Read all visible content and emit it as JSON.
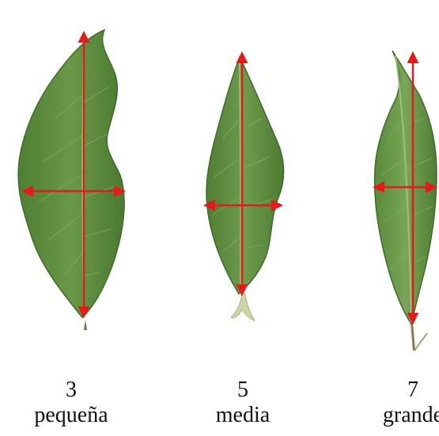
{
  "colors": {
    "background": "#ffffff",
    "leaf_dark": "#3f6b2b",
    "leaf_mid": "#5b8a3a",
    "leaf_light": "#7aa55a",
    "vein": "#9cc07e",
    "stem": "#7a6a40",
    "arrow": "#e31b1b",
    "text": "#111111"
  },
  "leaves": [
    {
      "icon": "small-leaf-icon",
      "number": "3",
      "label": "pequeña"
    },
    {
      "icon": "medium-leaf-icon",
      "number": "5",
      "label": "media"
    },
    {
      "icon": "large-leaf-icon",
      "number": "7",
      "label": "grande"
    }
  ]
}
